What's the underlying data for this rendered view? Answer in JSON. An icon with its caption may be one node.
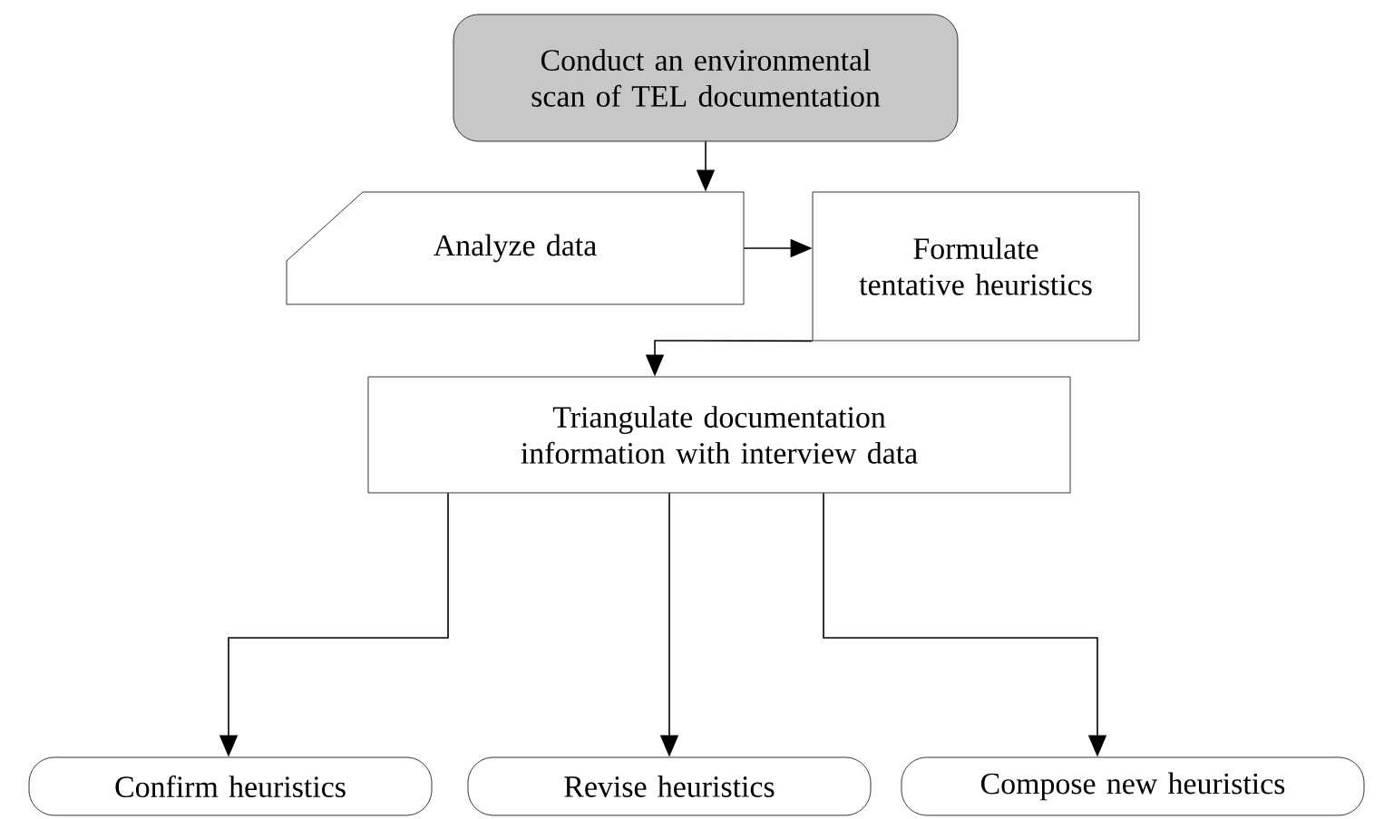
{
  "diagram": {
    "nodes": [
      {
        "text": [
          "Conduct an environmental scan of TEL documentation"
        ]
      },
      {
        "text": [
          "Analyze data"
        ]
      },
      {
        "text": [
          "Formulate tentative heuristics"
        ]
      },
      {
        "text": [
          "Triangulate documentation information with interview data"
        ]
      },
      {
        "text": [
          "Confirm heuristics"
        ]
      },
      {
        "text": [
          "Revise heuristics"
        ]
      },
      {
        "text": [
          "Compose new heuristics"
        ]
      }
    ],
    "edges": [
      {
        "from": 0,
        "to": 1,
        "arrow": "to"
      },
      {
        "from": 1,
        "to": 2,
        "arrow": "to"
      },
      {
        "from": 2,
        "to": 3,
        "arrow": "to"
      },
      {
        "from": 3,
        "to": 4,
        "arrow": "to"
      },
      {
        "from": 3,
        "to": 5,
        "arrow": "to"
      },
      {
        "from": 3,
        "to": 6,
        "arrow": "to"
      }
    ]
  }
}
